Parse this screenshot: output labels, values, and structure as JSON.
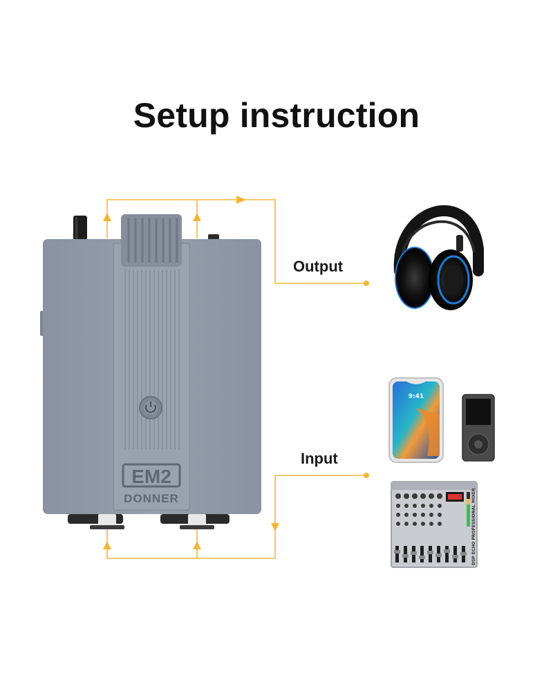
{
  "title": "Setup instruction",
  "labels": {
    "output": "Output",
    "input": "Input"
  },
  "device": {
    "model": "EM2",
    "brand": "DONNER"
  },
  "phone": {
    "time": "9:41"
  },
  "mixer": {
    "side_text": "DSP ECHO PROFESSIONAL MIXER"
  },
  "colors": {
    "connector": "#f2b53a",
    "device_body": "#8f97a6",
    "headphone_accent": "#1e7bd6"
  },
  "icons": [
    "headphones-icon",
    "smartphone-icon",
    "mp3-player-icon",
    "audio-mixer-icon",
    "arrow-icon"
  ]
}
